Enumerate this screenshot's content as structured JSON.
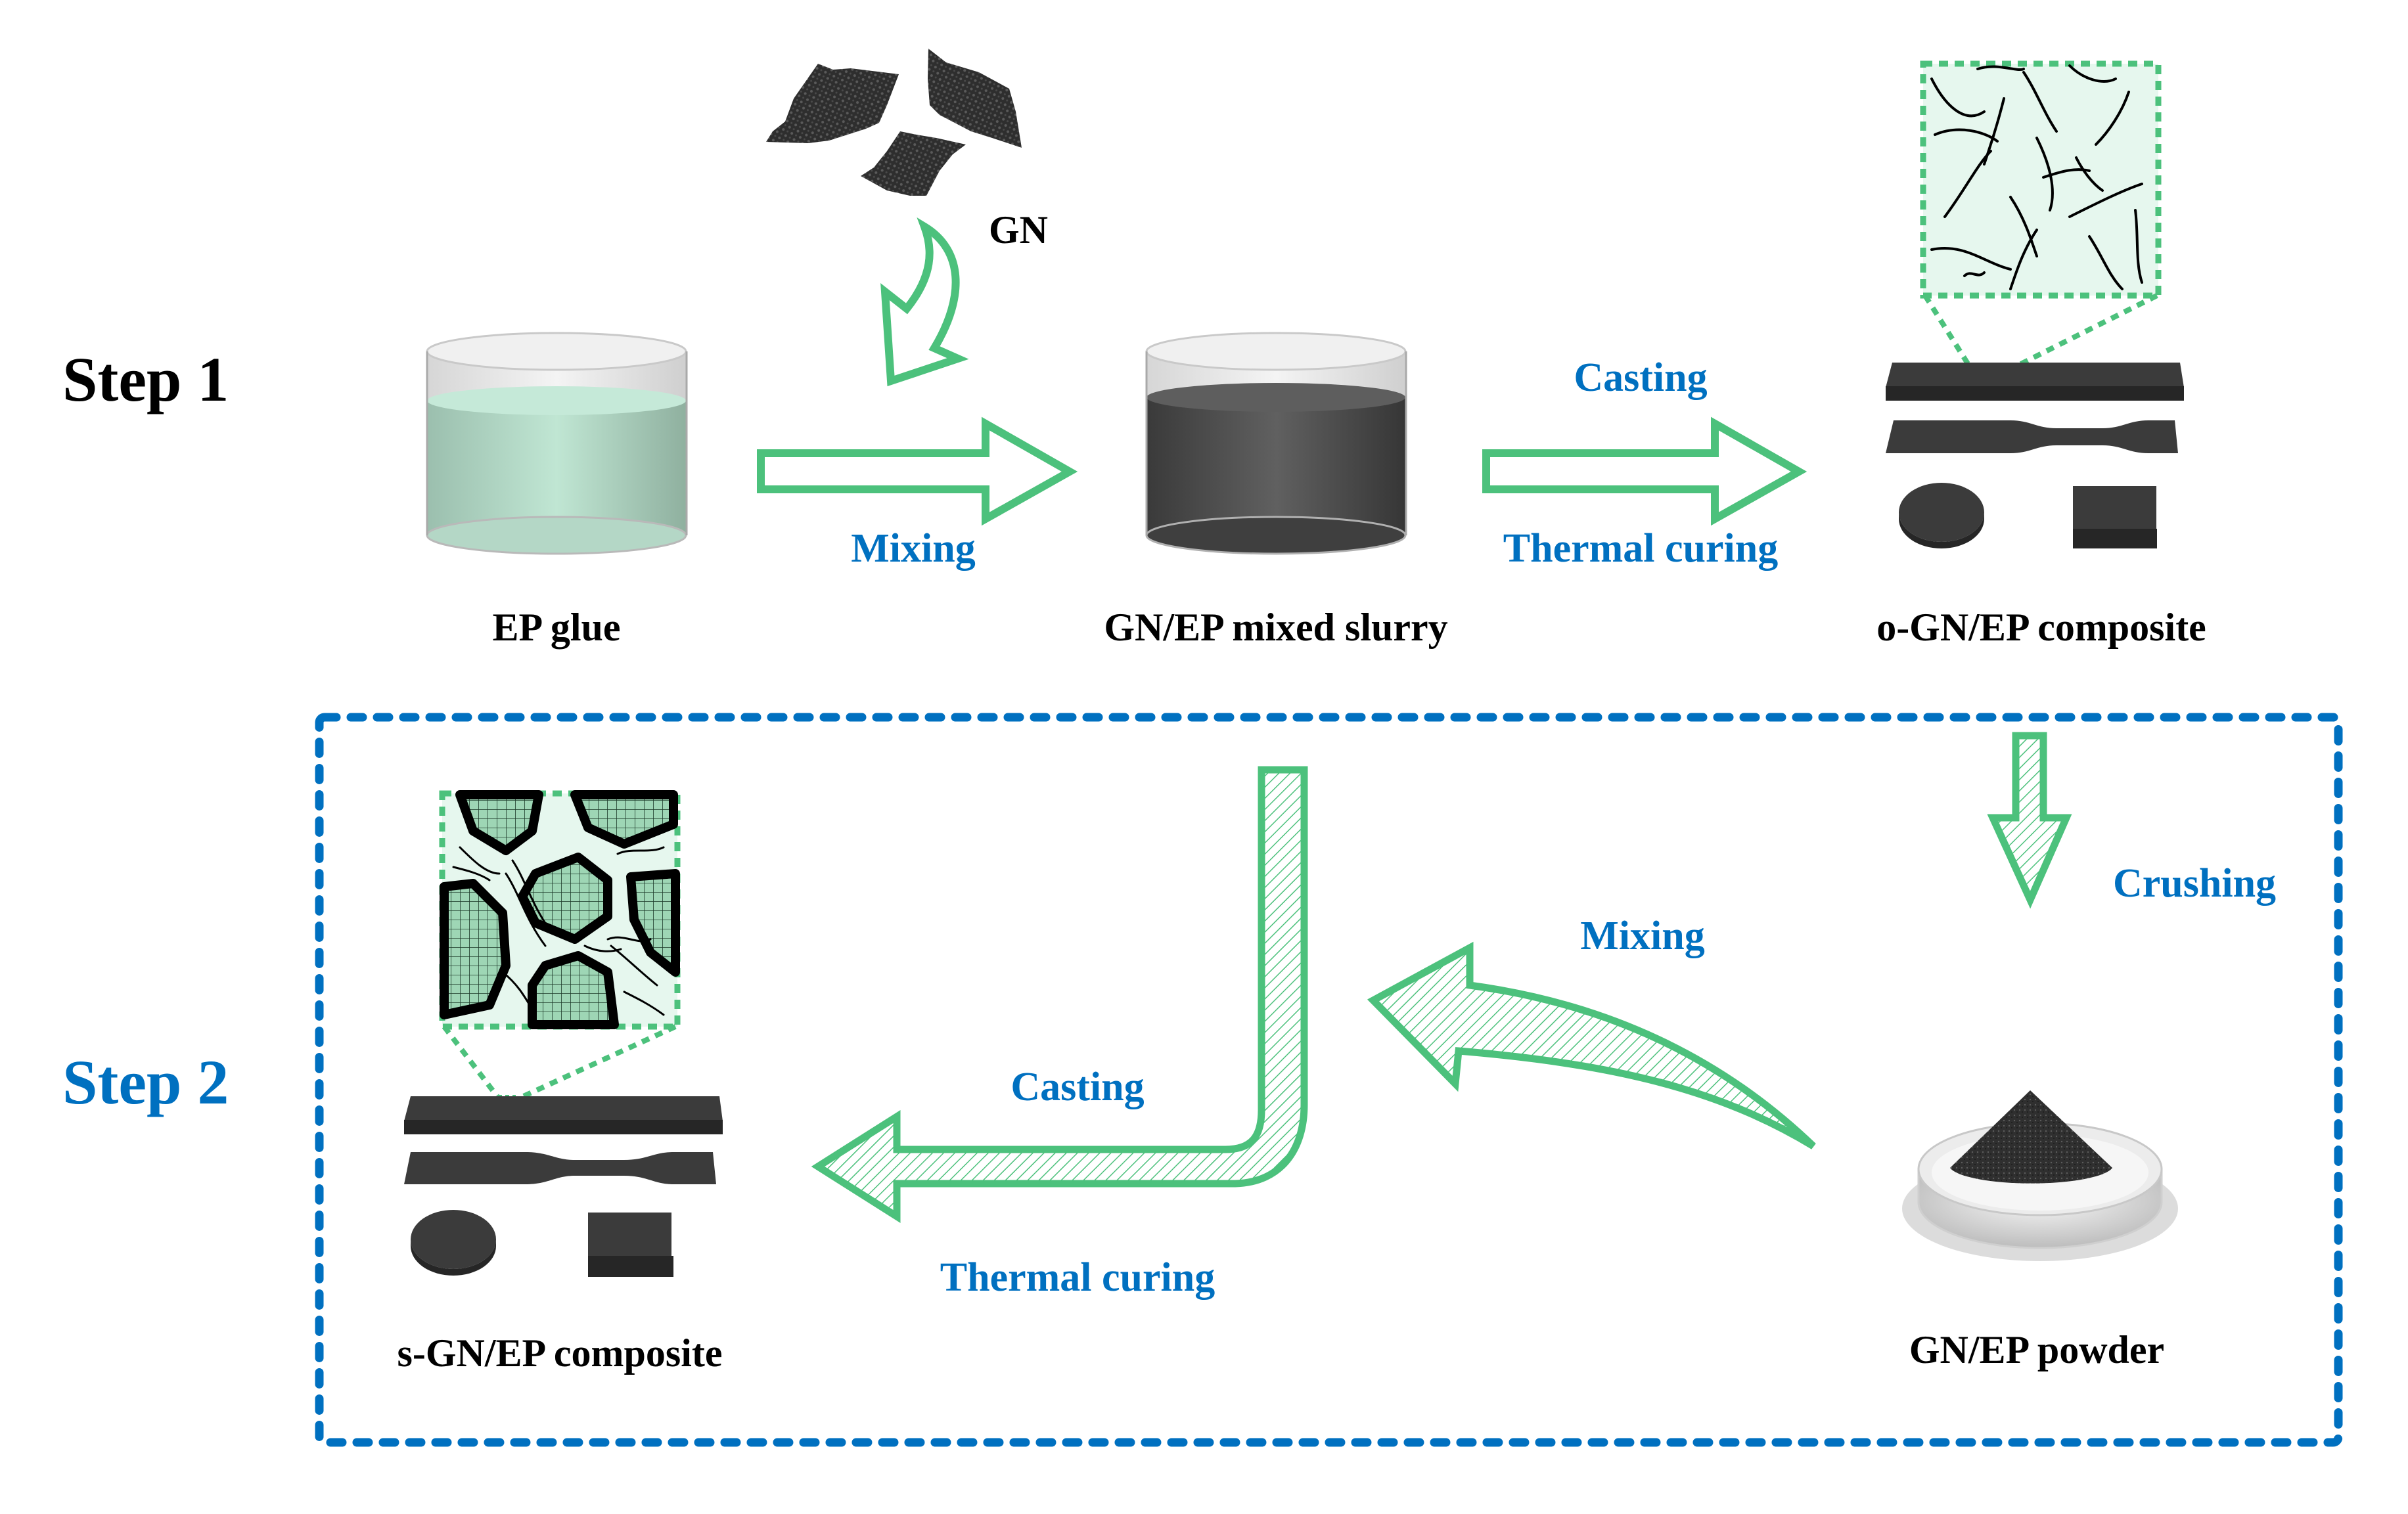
{
  "colors": {
    "accent_blue": "#0070C0",
    "arrow_green": "#4CC17C",
    "ep_glue_liquid": "#A8D5C0",
    "slurry_liquid": "#4a4a4a",
    "sample_dark": "#3b3b3b",
    "inset_fill": "#E6F7EE"
  },
  "step1": {
    "title": "Step 1",
    "gn_label": "GN",
    "ep_glue_label": "EP glue",
    "mixing_label": "Mixing",
    "slurry_label": "GN/EP mixed slurry",
    "casting_label": "Casting",
    "thermal_curing_label": "Thermal curing",
    "composite_label": "o-GN/EP composite"
  },
  "step2": {
    "title": "Step 2",
    "crushing_label": "Crushing",
    "mixing_label": "Mixing",
    "casting_label": "Casting",
    "thermal_curing_label": "Thermal curing",
    "powder_label": "GN/EP powder",
    "composite_label": "s-GN/EP composite"
  }
}
